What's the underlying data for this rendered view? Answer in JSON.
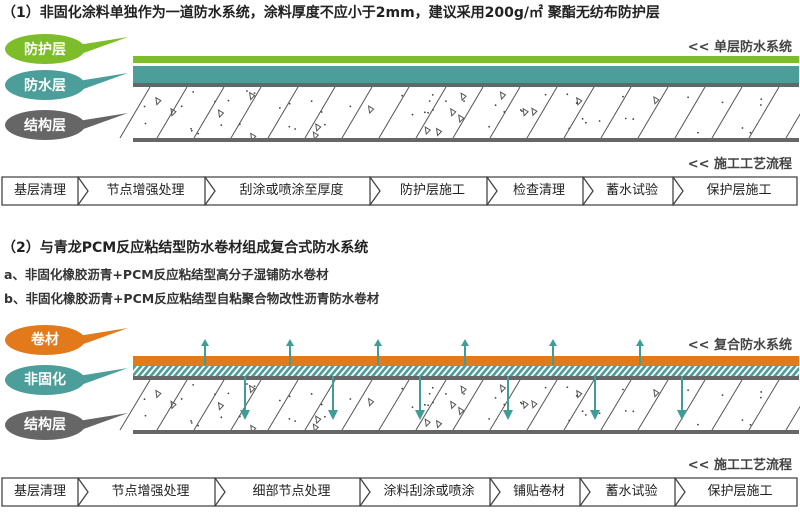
{
  "section1": {
    "title": "（1）非固化涂料单独作为一道防水系统，涂料厚度不应小于2mm，建议采用200g/㎡ 聚酯无纺布防护层",
    "system_label": "<< 单层防水系统",
    "layers": [
      {
        "label": "防护层",
        "color": "#7dbd2a"
      },
      {
        "label": "防水层",
        "color": "#4b9e99"
      },
      {
        "label": "结构层",
        "color": "#666666"
      }
    ],
    "process_label": "<< 施工工艺流程",
    "steps": [
      "基层清理",
      "节点增强处理",
      "刮涂或喷涂至厚度",
      "防护层施工",
      "检查清理",
      "蓄水试验",
      "保护层施工"
    ]
  },
  "section2": {
    "title": "（2）与青龙PCM反应粘结型防水卷材组成复合式防水系统",
    "item_a": "a、非固化橡胶沥青+PCM反应粘结型高分子湿铺防水卷材",
    "item_b": "b、非固化橡胶沥青+PCM反应粘结型自粘聚合物改性沥青防水卷材",
    "system_label": "<< 复合防水系统",
    "layers": [
      {
        "label": "卷材",
        "color": "#e27a1c"
      },
      {
        "label": "非固化",
        "color": "#4b9e99"
      },
      {
        "label": "结构层",
        "color": "#666666"
      }
    ],
    "process_label": "<< 施工工艺流程",
    "steps": [
      "基层清理",
      "节点增强处理",
      "细部节点处理",
      "涂料刮涂或喷涂",
      "铺贴卷材",
      "蓄水试验",
      "保护层施工"
    ]
  }
}
